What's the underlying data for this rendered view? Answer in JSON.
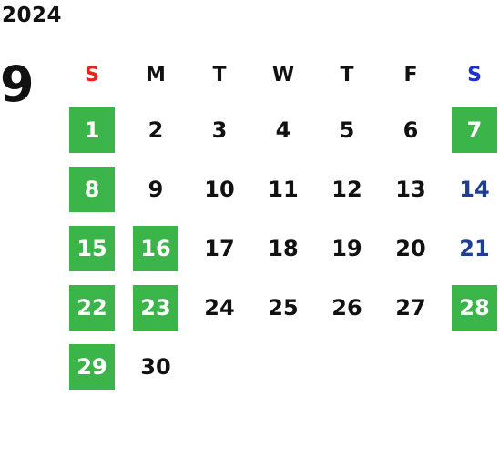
{
  "calendar": {
    "year": "2024",
    "month": "9",
    "weekdays": [
      "S",
      "M",
      "T",
      "W",
      "T",
      "F",
      "S"
    ],
    "days": [
      {
        "label": "1",
        "col": 0,
        "style": "hl"
      },
      {
        "label": "2",
        "col": 1,
        "style": ""
      },
      {
        "label": "3",
        "col": 2,
        "style": ""
      },
      {
        "label": "4",
        "col": 3,
        "style": ""
      },
      {
        "label": "5",
        "col": 4,
        "style": ""
      },
      {
        "label": "6",
        "col": 5,
        "style": ""
      },
      {
        "label": "7",
        "col": 6,
        "style": "hl"
      },
      {
        "label": "8",
        "col": 0,
        "style": "hl"
      },
      {
        "label": "9",
        "col": 1,
        "style": ""
      },
      {
        "label": "10",
        "col": 2,
        "style": ""
      },
      {
        "label": "11",
        "col": 3,
        "style": ""
      },
      {
        "label": "12",
        "col": 4,
        "style": ""
      },
      {
        "label": "13",
        "col": 5,
        "style": ""
      },
      {
        "label": "14",
        "col": 6,
        "style": "blue"
      },
      {
        "label": "15",
        "col": 0,
        "style": "hl"
      },
      {
        "label": "16",
        "col": 1,
        "style": "hl"
      },
      {
        "label": "17",
        "col": 2,
        "style": ""
      },
      {
        "label": "18",
        "col": 3,
        "style": ""
      },
      {
        "label": "19",
        "col": 4,
        "style": ""
      },
      {
        "label": "20",
        "col": 5,
        "style": ""
      },
      {
        "label": "21",
        "col": 6,
        "style": "blue"
      },
      {
        "label": "22",
        "col": 0,
        "style": "hl"
      },
      {
        "label": "23",
        "col": 1,
        "style": "hl"
      },
      {
        "label": "24",
        "col": 2,
        "style": ""
      },
      {
        "label": "25",
        "col": 3,
        "style": ""
      },
      {
        "label": "26",
        "col": 4,
        "style": ""
      },
      {
        "label": "27",
        "col": 5,
        "style": ""
      },
      {
        "label": "28",
        "col": 6,
        "style": "hl"
      },
      {
        "label": "29",
        "col": 0,
        "style": "hl"
      },
      {
        "label": "30",
        "col": 1,
        "style": ""
      }
    ]
  },
  "colors": {
    "highlight": "#3bb54a",
    "sunday_header": "#e8231c",
    "saturday_header": "#1d2fd6",
    "saturday_day": "#1e3f91"
  }
}
